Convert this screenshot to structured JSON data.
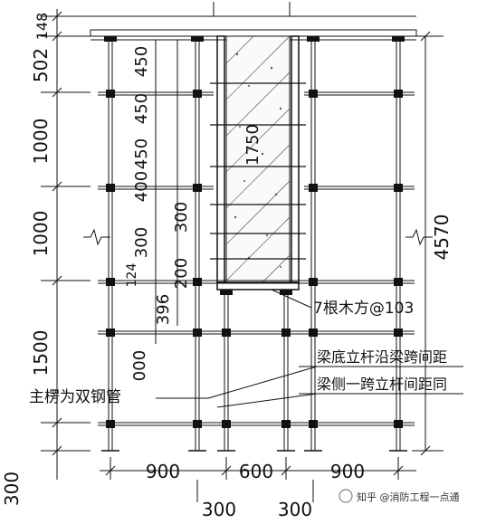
{
  "left_dimensions": [
    "148",
    "502",
    "1000",
    "1000",
    "1500",
    "300"
  ],
  "total_height": "4570",
  "bottom_dimensions": [
    "900",
    "600",
    "900"
  ],
  "bottom_offsets": [
    "300",
    "300"
  ],
  "inner_dimensions": [
    "450",
    "450",
    "450",
    "400",
    "300",
    "300",
    "200",
    "124",
    "396"
  ],
  "beam_height": "1750",
  "inner_misc": "000",
  "labels": {
    "timber": "7根木方@103",
    "main_keel": "主楞为双钢管",
    "beam_bottom_pole": "梁底立杆沿梁跨间距",
    "beam_side_pole": "梁侧一跨立杆间距同"
  },
  "watermark": "知乎 @消防工程一点通"
}
